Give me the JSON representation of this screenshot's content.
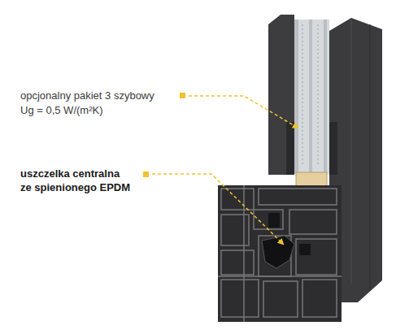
{
  "diagram": {
    "labels": [
      "opcjonalny pakiet 3 szybowy",
      "Ug = 0,5 W/(m²K)",
      "uszczelka centralna ze spienionego EPDM"
    ]
  }
}
